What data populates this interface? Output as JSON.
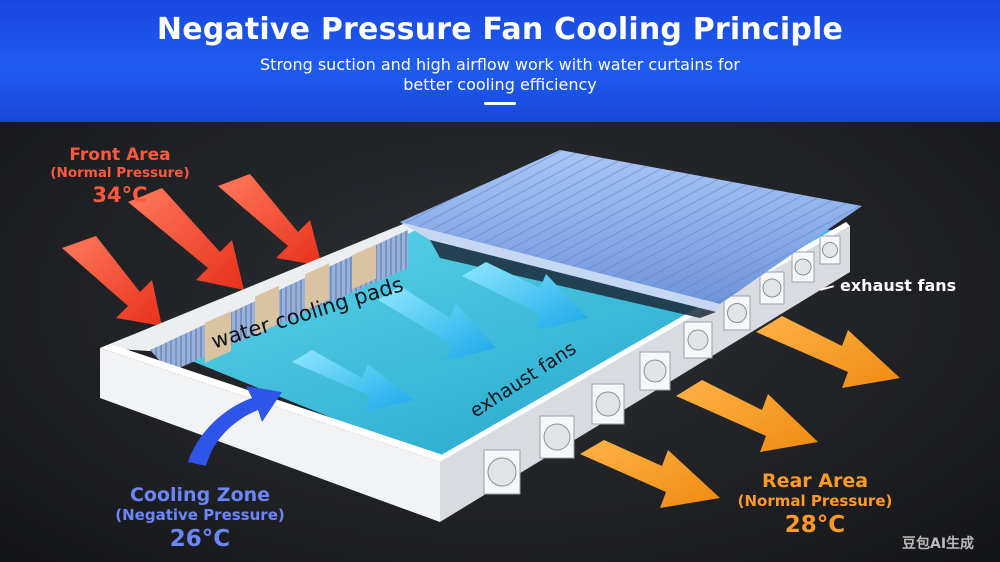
{
  "header": {
    "title": "Negative Pressure Fan Cooling Principle",
    "subtitle": "Strong suction and high airflow work with water curtains for better cooling efficiency"
  },
  "front_area": {
    "name": "Front Area",
    "pressure": "(Normal Pressure)",
    "temp": "34°C"
  },
  "rear_area": {
    "name": "Rear Area",
    "pressure": "(Normal Pressure)",
    "temp": "28°C"
  },
  "cooling_zone": {
    "name": "Cooling Zone",
    "pressure": "(Negative Pressure)",
    "temp": "26°C"
  },
  "building_labels": {
    "pads": "water cooling pads",
    "fans_inside": "exhaust fans",
    "fans_outside": "exhaust fans"
  },
  "watermark": "豆包AI生成",
  "colors": {
    "header_blue": "#1f5cf2",
    "hot_air": "#ff4a2e",
    "rear_air": "#ff9a26",
    "cool_air": "#3cc8ff",
    "cooling_zone_text": "#6b86ff",
    "water": "#2fb8d8",
    "roof": "#8fb3ee"
  },
  "icons": [
    "hot-air-arrow",
    "cool-air-arrow",
    "exhaust-air-arrow",
    "fan-icon",
    "curved-arrow-icon"
  ]
}
